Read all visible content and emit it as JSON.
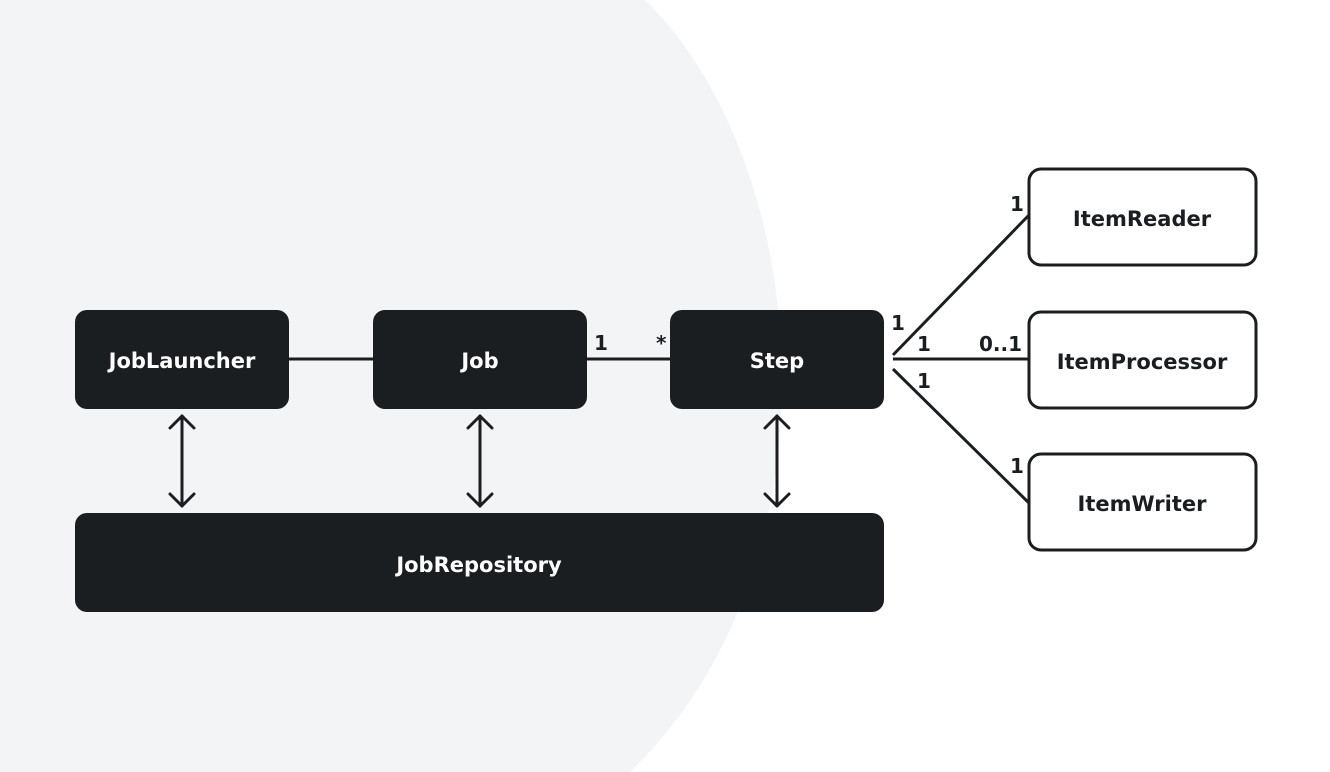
{
  "nodes": {
    "job_launcher": "JobLauncher",
    "job": "Job",
    "step": "Step",
    "job_repository": "JobRepository",
    "item_reader": "ItemReader",
    "item_processor": "ItemProcessor",
    "item_writer": "ItemWriter"
  },
  "multiplicities": {
    "job_side": "1",
    "step_side": "*",
    "step_reader": "1",
    "step_processor": "1",
    "step_writer": "1",
    "reader": "1",
    "processor": "0..1",
    "writer": "1"
  },
  "colors": {
    "dark_node": "#1b1e21",
    "background_circle": "#f3f4f6",
    "page": "#ffffff"
  }
}
